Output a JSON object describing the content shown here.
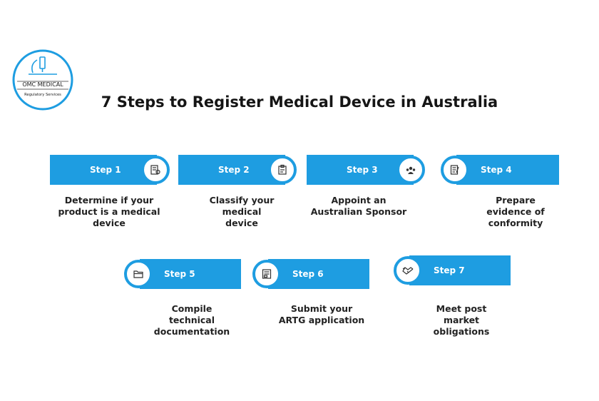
{
  "logo": {
    "name": "OMC MEDICAL",
    "tagline": "Regulatory Services"
  },
  "title": "7 Steps to Register Medical Device in Australia",
  "steps": [
    {
      "label": "Step 1",
      "desc": [
        "Determine if your",
        "product is a medical",
        "device"
      ],
      "icon": "document-check-icon"
    },
    {
      "label": "Step 2",
      "desc": [
        "Classify your",
        "medical",
        "device"
      ],
      "icon": "clipboard-icon"
    },
    {
      "label": "Step 3",
      "desc": [
        "Appoint an",
        "Australian Sponsor"
      ],
      "icon": "people-group-icon"
    },
    {
      "label": "Step 4",
      "desc": [
        "Prepare",
        "evidence of",
        "conformity"
      ],
      "icon": "checklist-icon"
    },
    {
      "label": "Step 5",
      "desc": [
        "Compile",
        "technical",
        "documentation"
      ],
      "icon": "folder-icon"
    },
    {
      "label": "Step 6",
      "desc": [
        "Submit your",
        "ARTG application"
      ],
      "icon": "form-submit-icon"
    },
    {
      "label": "Step 7",
      "desc": [
        "Meet post",
        "market",
        "obligations"
      ],
      "icon": "handshake-icon"
    }
  ],
  "colors": {
    "accent": "#1e9de1",
    "text": "#222222"
  }
}
